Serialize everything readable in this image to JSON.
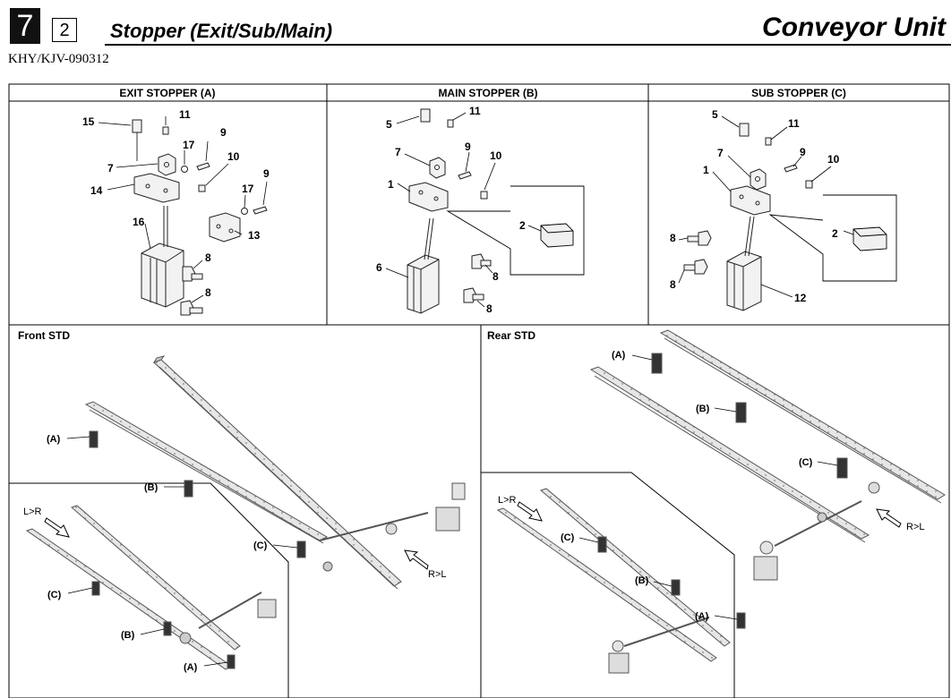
{
  "header": {
    "chapter_number": "7",
    "section_number": "2",
    "section_title": "Stopper (Exit/Sub/Main)",
    "unit_title": "Conveyor Unit",
    "doc_code": "KHY/KJV-090312"
  },
  "panels": {
    "exit": {
      "title": "EXIT STOPPER (A)",
      "labels": {
        "l15": "15",
        "l11": "11",
        "l17a": "17",
        "l9a": "9",
        "l7": "7",
        "l10": "10",
        "l9b": "9",
        "l14": "14",
        "l17b": "17",
        "l13": "13",
        "l16": "16",
        "l8a": "8",
        "l8b": "8"
      }
    },
    "main": {
      "title": "MAIN STOPPER (B)",
      "labels": {
        "l5": "5",
        "l11": "11",
        "l7": "7",
        "l9": "9",
        "l10": "10",
        "l1": "1",
        "l2": "2",
        "l6": "6",
        "l8a": "8",
        "l8b": "8"
      }
    },
    "sub": {
      "title": "SUB STOPPER (C)",
      "labels": {
        "l5": "5",
        "l11": "11",
        "l7": "7",
        "l9": "9",
        "l10": "10",
        "l1": "1",
        "l2": "2",
        "l8a": "8",
        "l8b": "8",
        "l12": "12"
      }
    },
    "front": {
      "title": "Front STD",
      "labels": {
        "a1": "(A)",
        "b1": "(B)",
        "c1": "(C)",
        "dir1": "R>L",
        "dir2": "L>R",
        "c2": "(C)",
        "b2": "(B)",
        "a2": "(A)"
      }
    },
    "rear": {
      "title": "Rear STD",
      "labels": {
        "a1": "(A)",
        "b1": "(B)",
        "c1": "(C)",
        "dir1": "R>L",
        "dir2": "L>R",
        "c2": "(C)",
        "b2": "(B)",
        "a2": "(A)"
      }
    }
  }
}
